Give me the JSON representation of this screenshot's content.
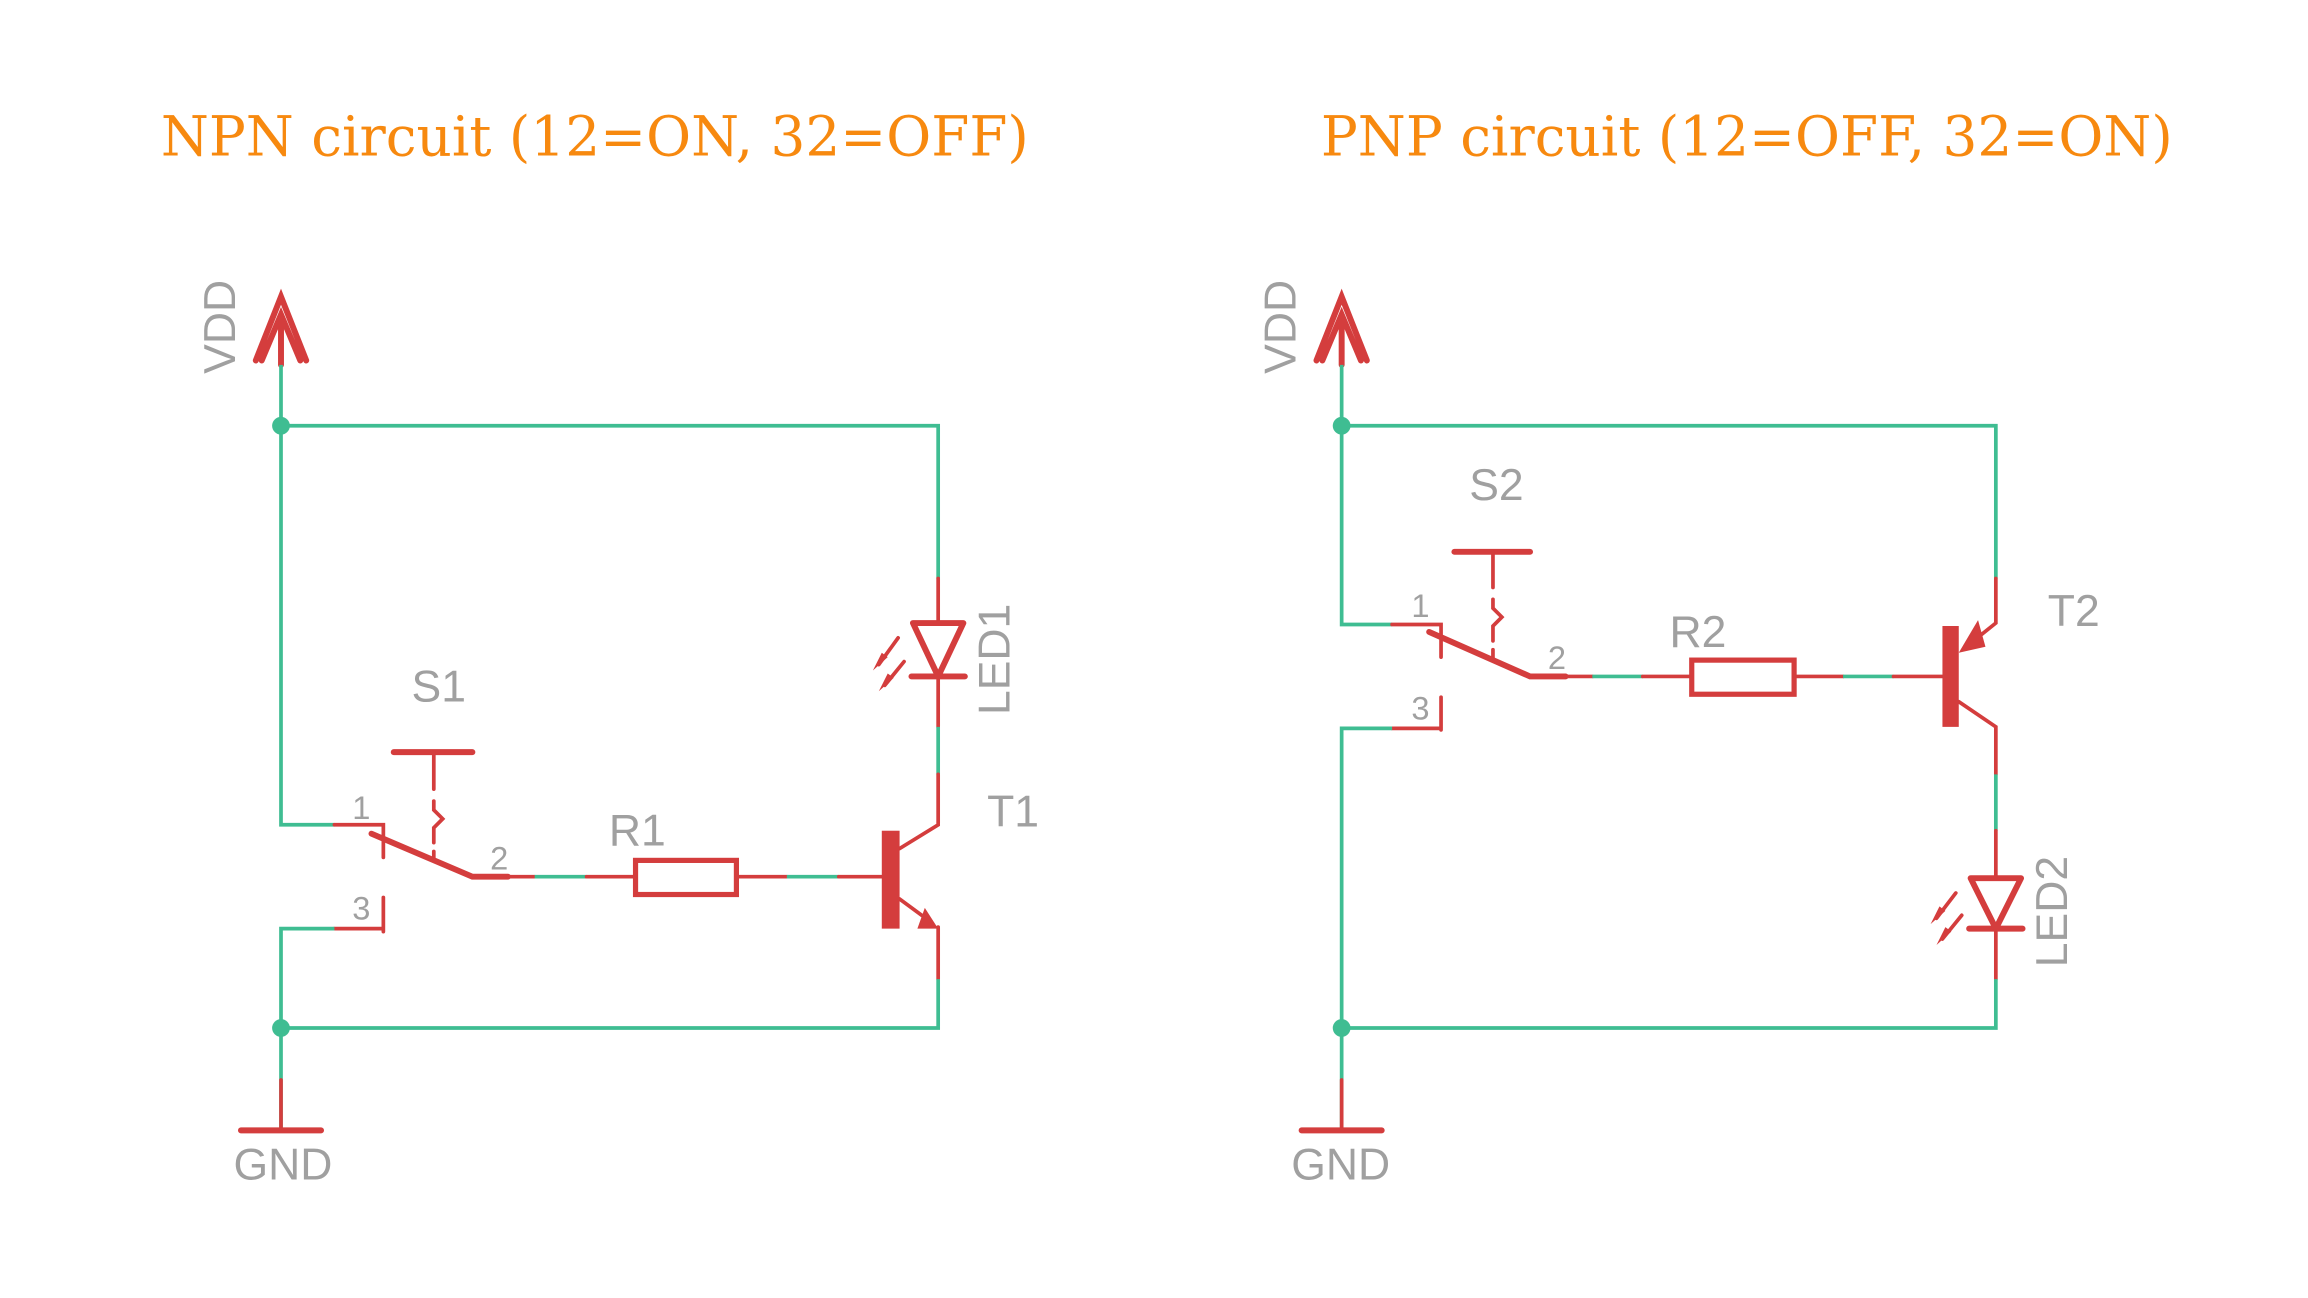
{
  "titles": {
    "npn": "NPN circuit (12=ON, 32=OFF)",
    "pnp": "PNP circuit (12=OFF, 32=ON)"
  },
  "colors": {
    "title": "#f7890f",
    "wire": "#3fbd92",
    "symbol": "#d43d3d",
    "label": "#a0a0a0"
  },
  "npn": {
    "supply": "VDD",
    "ground": "GND",
    "switch": "S1",
    "resistor": "R1",
    "transistor": "T1",
    "led": "LED1",
    "pins": {
      "p1": "1",
      "p2": "2",
      "p3": "3"
    }
  },
  "pnp": {
    "supply": "VDD",
    "ground": "GND",
    "switch": "S2",
    "resistor": "R2",
    "transistor": "T2",
    "led": "LED2",
    "pins": {
      "p1": "1",
      "p2": "2",
      "p3": "3"
    }
  }
}
